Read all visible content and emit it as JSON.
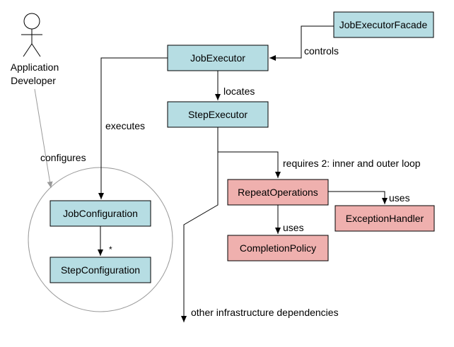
{
  "actor": {
    "name_line1": "Application",
    "name_line2": "Developer"
  },
  "nodes": {
    "job_executor_facade": "JobExecutorFacade",
    "job_executor": "JobExecutor",
    "step_executor": "StepExecutor",
    "job_configuration": "JobConfiguration",
    "step_configuration": "StepConfiguration",
    "repeat_operations": "RepeatOperations",
    "exception_handler": "ExceptionHandler",
    "completion_policy": "CompletionPolicy"
  },
  "edges": {
    "controls": "controls",
    "locates": "locates",
    "executes": "executes",
    "configures": "configures",
    "requires": "requires 2: inner and outer loop",
    "uses_exception": "uses",
    "uses_completion": "uses",
    "multiplicity": "*",
    "other_deps": "other infrastructure dependencies"
  },
  "colors": {
    "blue_node": "#b6dde3",
    "pink_node": "#efb0ae",
    "gray_line": "#9a9a9a"
  }
}
